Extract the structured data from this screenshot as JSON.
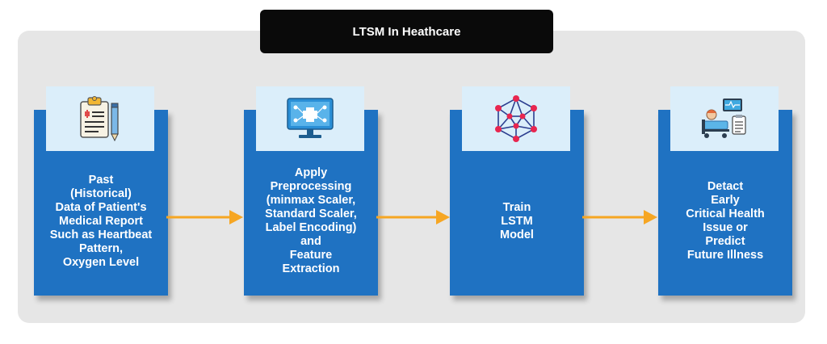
{
  "title": "LTSM In Heathcare",
  "steps": [
    {
      "icon": "clipboard-pen-icon",
      "lines": [
        "Past",
        "(Historical)",
        "Data of Patient's",
        "Medical Report",
        "Such as Heartbeat",
        "Pattern,",
        "Oxygen Level"
      ]
    },
    {
      "icon": "monitor-preprocessing-icon",
      "lines": [
        "Apply",
        "Preprocessing",
        "(minmax Scaler,",
        "Standard Scaler,",
        "Label Encoding)",
        "and",
        "Feature",
        "Extraction"
      ]
    },
    {
      "icon": "neural-network-icon",
      "lines": [
        "Train",
        "LSTM",
        "Model"
      ]
    },
    {
      "icon": "patient-bed-monitor-icon",
      "lines": [
        "Detact",
        "Early",
        "Critical Health",
        "Issue or",
        "Predict",
        "Future Illness"
      ]
    }
  ],
  "colors": {
    "card": "#1f72c2",
    "card_header": "#dbeefa",
    "arrow": "#f6a623",
    "panel": "#e6e6e6",
    "title_bar": "#0a0a0a"
  }
}
